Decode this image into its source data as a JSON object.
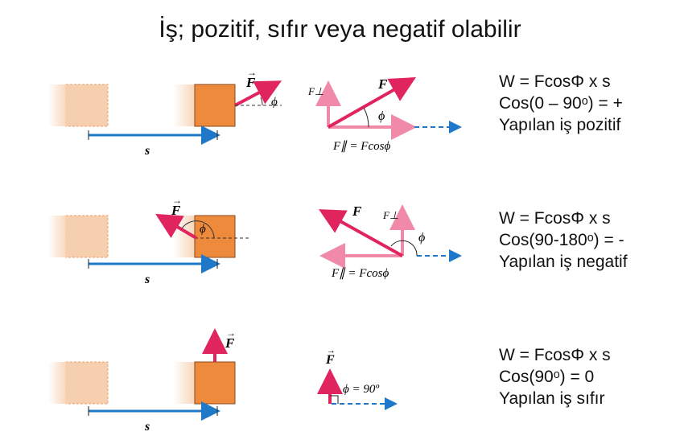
{
  "title": "İş; pozitif, sıfır veya negatif olabilir",
  "colors": {
    "force": "#e0245e",
    "displacement": "#1f78c8",
    "block": "#ee8a3c",
    "ghost_block": "#f6cfae"
  },
  "rows": [
    {
      "labels": {
        "force": "F",
        "displacement": "s",
        "angle": "ϕ",
        "perp": "F⊥",
        "parallel_eq": "F∥ = Fcosϕ"
      },
      "equations": [
        "W = FcosΦ x s",
        "Cos(0 – 90ᵒ) = +",
        "Yapılan iş pozitif"
      ]
    },
    {
      "labels": {
        "force": "F",
        "displacement": "s",
        "angle": "ϕ",
        "perp": "F⊥",
        "parallel_eq": "F∥ = Fcosϕ"
      },
      "equations": [
        "W = FcosΦ x s",
        "Cos(90-180ᵒ) = -",
        "Yapılan iş negatif"
      ]
    },
    {
      "labels": {
        "force": "F",
        "displacement": "s",
        "angle_eq": "ϕ = 90º"
      },
      "equations": [
        "W = FcosΦ x s",
        "Cos(90ᵒ) = 0",
        "Yapılan iş sıfır"
      ]
    }
  ]
}
